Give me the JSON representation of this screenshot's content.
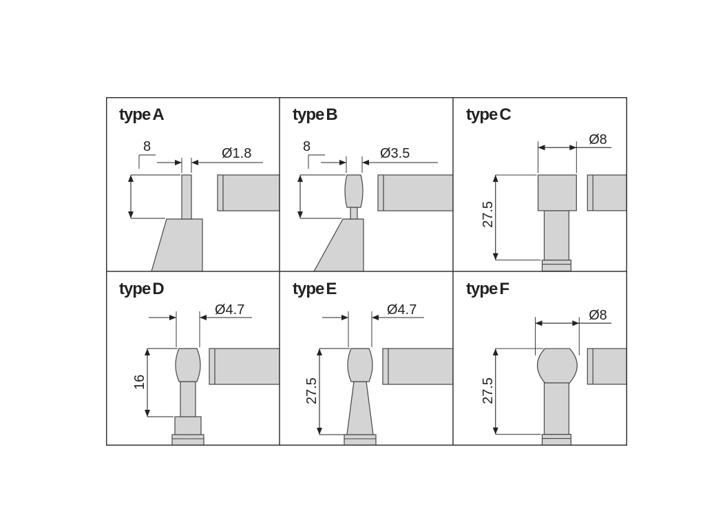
{
  "panels": [
    {
      "id": "A",
      "type_word": "type",
      "type_letter": "A",
      "diameter": "Ø1.8",
      "height": "8"
    },
    {
      "id": "B",
      "type_word": "type",
      "type_letter": "B",
      "diameter": "Ø3.5",
      "height": "8"
    },
    {
      "id": "C",
      "type_word": "type",
      "type_letter": "C",
      "diameter": "Ø8",
      "height": "27.5"
    },
    {
      "id": "D",
      "type_word": "type",
      "type_letter": "D",
      "diameter": "Ø4.7",
      "height": "16"
    },
    {
      "id": "E",
      "type_word": "type",
      "type_letter": "E",
      "diameter": "Ø4.7",
      "height": "27.5"
    },
    {
      "id": "F",
      "type_word": "type",
      "type_letter": "F",
      "diameter": "Ø8",
      "height": "27.5"
    }
  ],
  "colors": {
    "border": "#333333",
    "shape_fill": "#d4d4d4",
    "shape_stroke": "#444444",
    "dim_line": "#222222"
  }
}
